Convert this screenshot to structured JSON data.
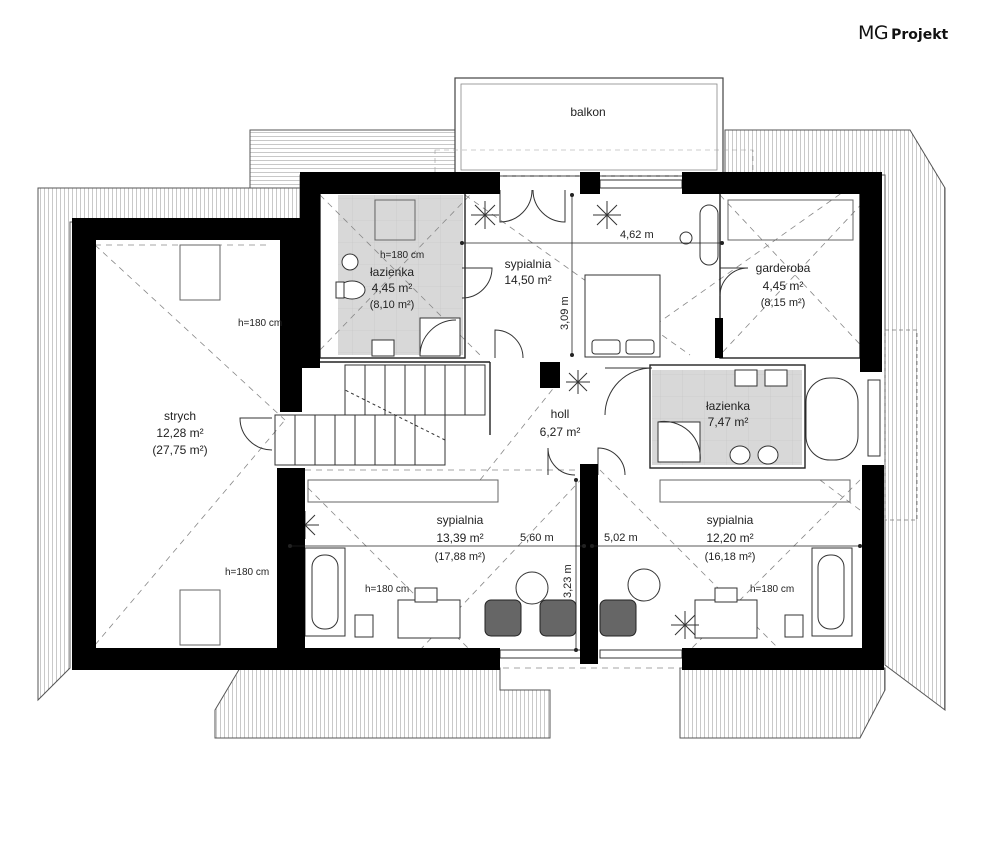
{
  "brand": {
    "mg": "MG",
    "projekt": "Projekt"
  },
  "rooms": {
    "balkon": {
      "name": "balkon"
    },
    "lazienka_top": {
      "height": "h=180 cm",
      "name": "łazienka",
      "area": "4,45 m²",
      "gross": "(8,10 m²)"
    },
    "sypialnia_top": {
      "name": "sypialnia",
      "area": "14,50 m²"
    },
    "garderoba": {
      "name": "garderoba",
      "area": "4,45 m²",
      "gross": "(8,15 m²)"
    },
    "strych": {
      "name": "strych",
      "area": "12,28 m²",
      "gross": "(27,75 m²)",
      "height_top": "h=180 cm",
      "height_bottom": "h=180 cm"
    },
    "holl": {
      "name": "holl",
      "area": "6,27 m²"
    },
    "lazienka_mid": {
      "name": "łazienka",
      "area": "7,47 m²"
    },
    "sypialnia_left": {
      "name": "sypialnia",
      "area": "13,39 m²",
      "gross": "(17,88 m²)",
      "height": "h=180 cm"
    },
    "sypialnia_right": {
      "name": "sypialnia",
      "area": "12,20 m²",
      "gross": "(16,18 m²)",
      "height": "h=180 cm"
    }
  },
  "dimensions": {
    "top_width": "4,62 m",
    "top_height": "3,09 m",
    "left_width": "5,60 m",
    "left_height": "3,23 m",
    "right_width": "5,02 m"
  }
}
